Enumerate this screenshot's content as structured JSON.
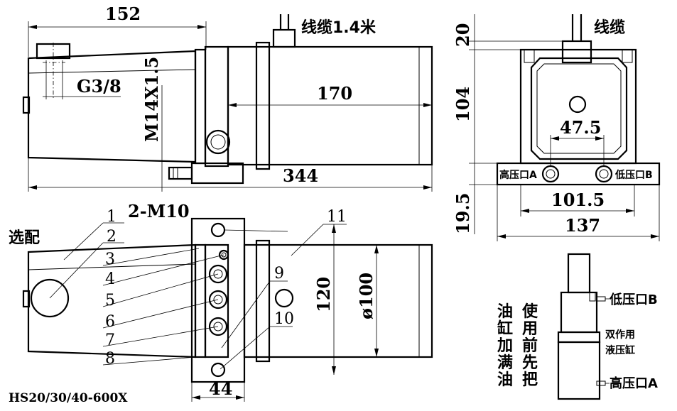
{
  "top_view": {
    "dim_length_total": "152",
    "dim_port_thread": "G3/8",
    "dim_screw": "M14X1.5",
    "dim_tank_length": "170",
    "dim_overall": "344",
    "cable_label": "线缆1.4米"
  },
  "side_view": {
    "cable_label": "线缆",
    "dim_height_top": "20",
    "dim_height_body": "104",
    "dim_port_spacing": "47.5",
    "dim_bottom": "19.5",
    "dim_mount_spacing": "101.5",
    "dim_width": "137",
    "port_a": "高压口A",
    "port_b": "低压口B"
  },
  "front_view": {
    "mount_holes": "2-M10",
    "optional_label": "选配",
    "dim_height": "120",
    "dim_diameter": "ø100",
    "dim_flange_width": "44",
    "callouts": [
      "1",
      "2",
      "3",
      "4",
      "5",
      "6",
      "7",
      "8",
      "9",
      "10",
      "11"
    ]
  },
  "cylinder_view": {
    "port_b": "低压口B",
    "port_a": "高压口A",
    "cylinder_label_1": "双作用",
    "cylinder_label_2": "液压缸"
  },
  "notes": {
    "col1": [
      "油",
      "缸",
      "加",
      "满",
      "油"
    ],
    "col2": [
      "使",
      "用",
      "前",
      "先",
      "把"
    ]
  },
  "model": "HS20/30/40-600X"
}
